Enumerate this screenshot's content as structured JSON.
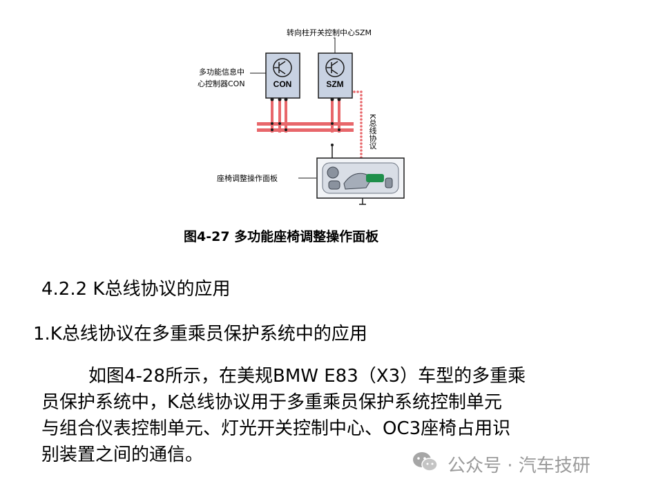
{
  "diagram": {
    "szm_pointer_label": "转向柱开关控制中心SZM",
    "con_pointer_label_line1": "多功能信息中",
    "con_pointer_label_line2": "心控制器CON",
    "module_con": "CON",
    "module_szm": "SZM",
    "kbus_label": "K总线协议",
    "seat_panel_label": "座椅调整操作面板",
    "colors": {
      "bus": "#e8676b",
      "box_fill": "#c8d2e2",
      "box_stroke": "#1a1a1a",
      "kbus_dots": "#e8676b",
      "panel_fill": "#d9dee6"
    }
  },
  "figure_caption": "图4-27  多功能座椅调整操作面板",
  "section_heading": "4.2.2 K总线协议的应用",
  "subsection_heading": "1.K总线协议在多重乘员保护系统中的应用",
  "paragraph_lines": [
    "如图4-28所示，在美规BMW E83（X3）车型的多重乘",
    "员保护系统中，K总线协议用于多重乘员保护系统控制单元",
    "与组合仪表控制单元、灯光开关控制中心、OC3座椅占用识",
    "别装置之间的通信。"
  ],
  "watermark": {
    "icon": "wechat-icon",
    "text": "公众号 · 汽车技研"
  }
}
